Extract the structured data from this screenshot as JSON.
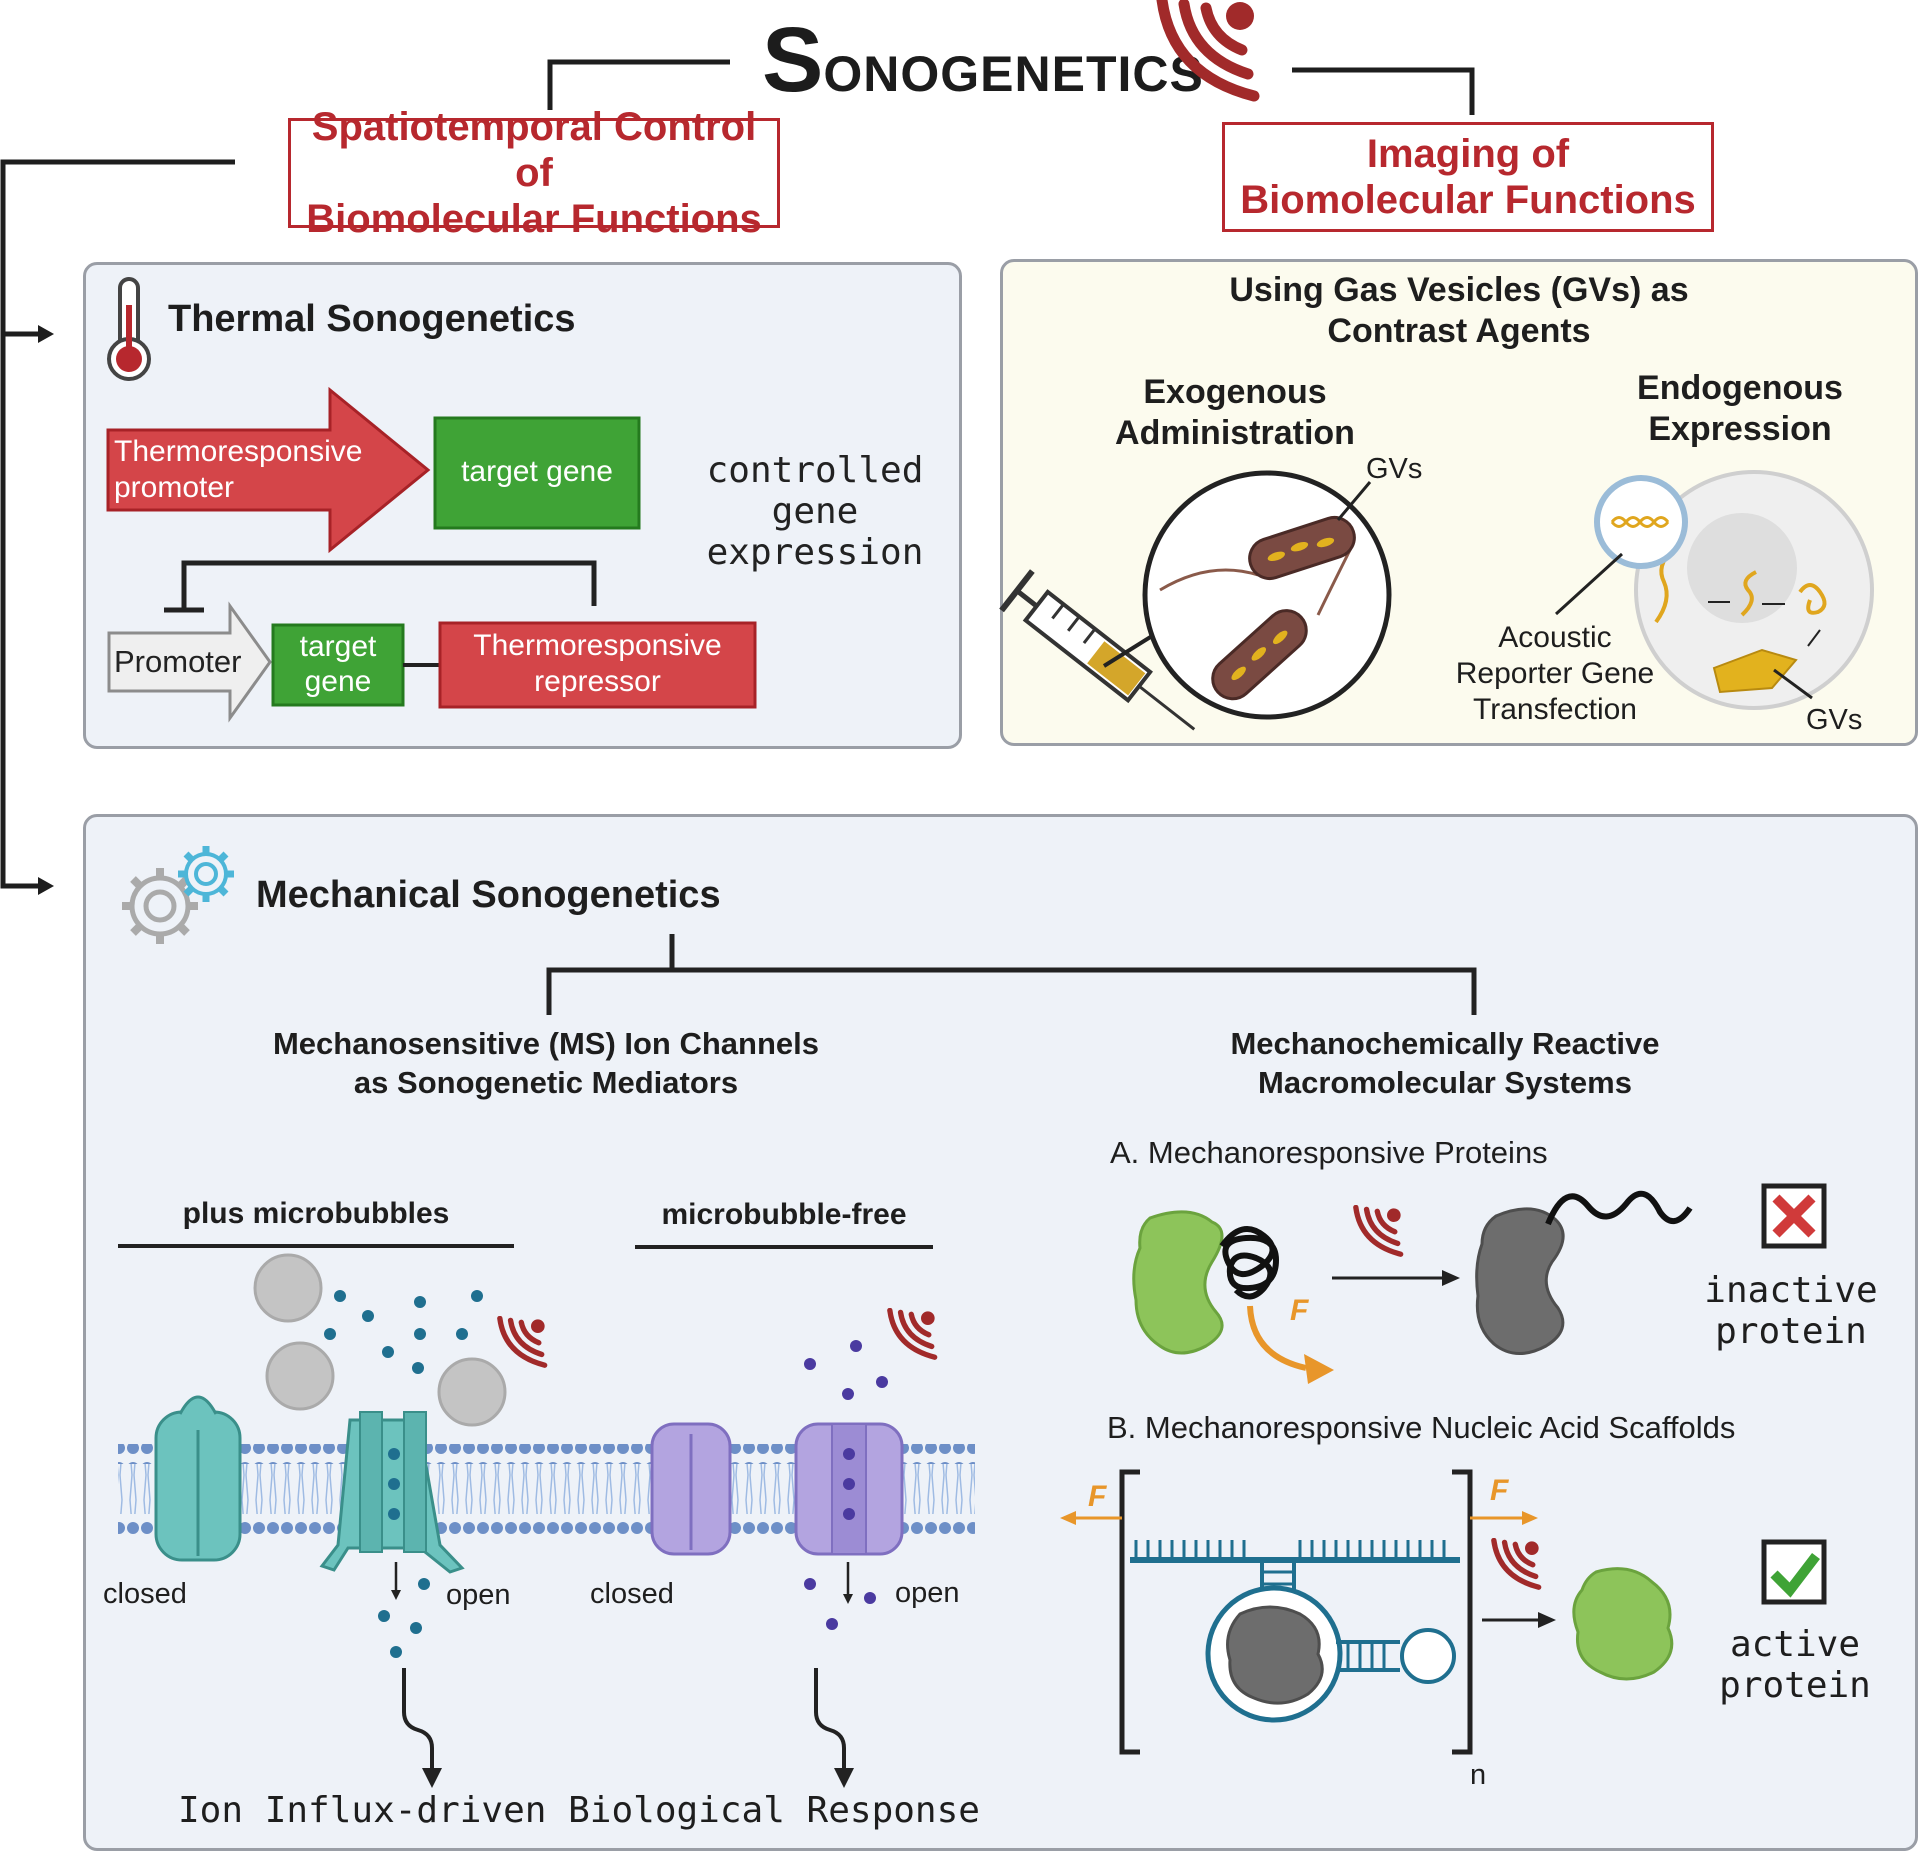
{
  "title": {
    "initial": "S",
    "rest": "ONOGENETICS"
  },
  "branches": {
    "left": [
      "Spatiotemporal Control of",
      "Biomolecular Functions"
    ],
    "right": [
      "Imaging of",
      "Biomolecular Functions"
    ]
  },
  "thermal": {
    "title": "Thermal Sonogenetics",
    "promoter": [
      "Thermoresponsive",
      "promoter"
    ],
    "target_gene_1": "target gene",
    "controlled": [
      "controlled",
      "gene",
      "expression"
    ],
    "promoter_plain": "Promoter",
    "target_gene_2": [
      "target",
      "gene"
    ],
    "repressor": [
      "Thermoresponsive",
      "repressor"
    ]
  },
  "imaging": {
    "title": [
      "Using Gas Vesicles (GVs) as",
      "Contrast Agents"
    ],
    "exogenous": [
      "Exogenous",
      "Administration"
    ],
    "endogenous": [
      "Endogenous",
      "Expression"
    ],
    "gvs_label_1": "GVs",
    "gvs_label_2": "GVs",
    "transfection": [
      "Acoustic",
      "Reporter Gene",
      "Transfection"
    ]
  },
  "mechanical": {
    "title": "Mechanical Sonogenetics",
    "ms_channels": [
      "Mechanosensitive (MS) Ion Channels",
      "as Sonogenetic Mediators"
    ],
    "mech_systems": [
      "Mechanochemically Reactive",
      "Macromolecular Systems"
    ],
    "plus_microbubbles": "plus microbubbles",
    "microbubble_free": "microbubble-free",
    "closed_1": "closed",
    "open_1": "open",
    "closed_2": "closed",
    "open_2": "open",
    "response": "Ion Influx-driven Biological Response",
    "proteins_title": "A. Mechanoresponsive Proteins",
    "inactive": [
      "inactive",
      "protein"
    ],
    "scaffolds_title": "B. Mechanoresponsive Nucleic Acid Scaffolds",
    "active": [
      "active",
      "protein"
    ],
    "force_label": "F",
    "n_label": "n"
  },
  "colors": {
    "accent_red": "#b7282e",
    "gene_green": "#3fa336",
    "teal_channel": "#6cc3be",
    "purple_channel": "#b3a4e0",
    "panel_blue": "#eef2f8",
    "panel_cream": "#fcfbee",
    "force_orange": "#e8962a"
  }
}
